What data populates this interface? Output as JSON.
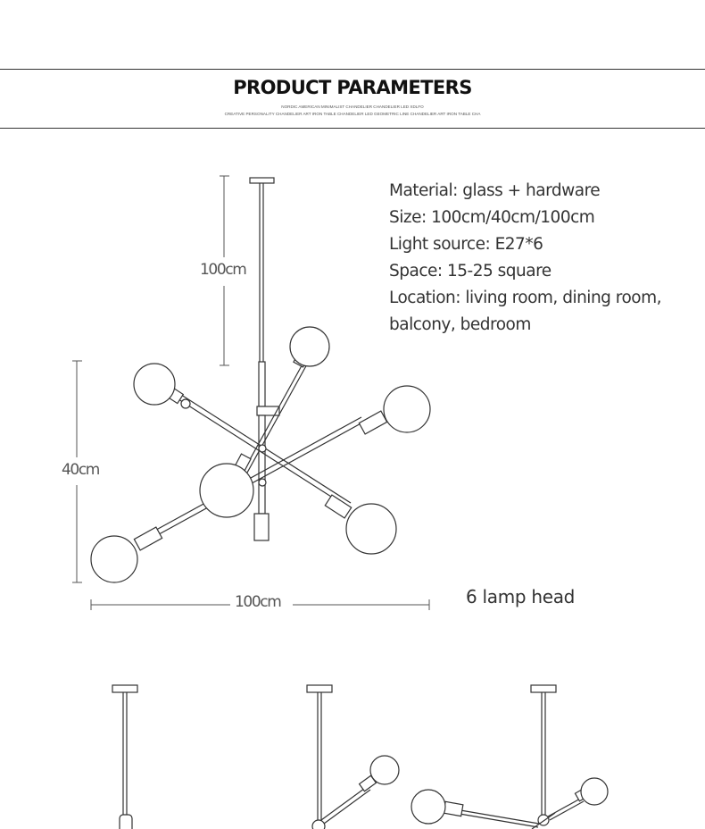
{
  "header": {
    "title": "PRODUCT PARAMETERS",
    "subtitle_line1": "NORDIC AMERICAN MINIMALIST CHANDELIER CHANDELIER LED XDLFO",
    "subtitle_line2": "CREATIVE PERSONALITY CHANDELIER ART IRON TABLE CHANDELIER LED GEOMETRIC LINE CHANDELIER ART IRON TABLE CHA"
  },
  "specs": {
    "material": "Material: glass + hardware",
    "size": "Size: 100cm/40cm/100cm",
    "light_source": "Light source: E27*6",
    "space": "Space: 15-25 square",
    "location_line1": "Location: living room, dining room,",
    "location_line2": "balcony, bedroom"
  },
  "dimensions": {
    "height": "100cm",
    "body_height": "40cm",
    "width": "100cm"
  },
  "lamp_heads_label": "6 lamp head",
  "colors": {
    "line": "#333333",
    "text": "#333333",
    "dimension_text": "#555555"
  }
}
